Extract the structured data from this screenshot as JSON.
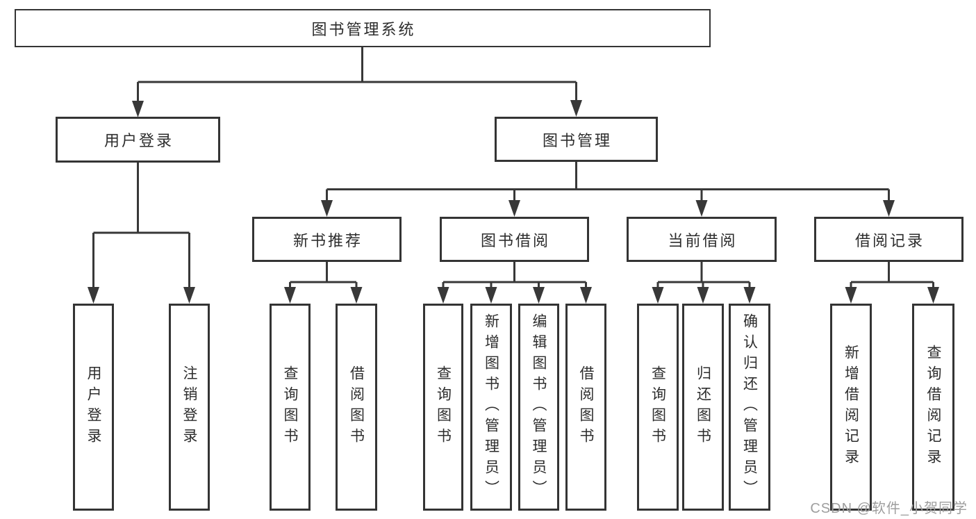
{
  "page": {
    "watermark": "CSDN @软件_小贺同学",
    "colors": {
      "line": "#383838",
      "box_border": "#343434",
      "text": "#2d2d2d",
      "watermark_text": "#9e9e9e",
      "background": "#ffffff"
    }
  },
  "tree": {
    "label": "图书管理系统",
    "children": [
      {
        "label": "用户登录",
        "children": [
          {
            "label": "用户登录"
          },
          {
            "label": "注销登录"
          }
        ]
      },
      {
        "label": "图书管理",
        "children": [
          {
            "label": "新书推荐",
            "children": [
              {
                "label": "查询图书"
              },
              {
                "label": "借阅图书"
              }
            ]
          },
          {
            "label": "图书借阅",
            "children": [
              {
                "label": "查询图书"
              },
              {
                "label": "新增图书（管理员）"
              },
              {
                "label": "编辑图书（管理员）"
              },
              {
                "label": "借阅图书"
              }
            ]
          },
          {
            "label": "当前借阅",
            "children": [
              {
                "label": "查询图书"
              },
              {
                "label": "归还图书"
              },
              {
                "label": "确认归还（管理员）"
              }
            ]
          },
          {
            "label": "借阅记录",
            "children": [
              {
                "label": "新增借阅记录"
              },
              {
                "label": "查询借阅记录"
              }
            ]
          }
        ]
      }
    ]
  }
}
